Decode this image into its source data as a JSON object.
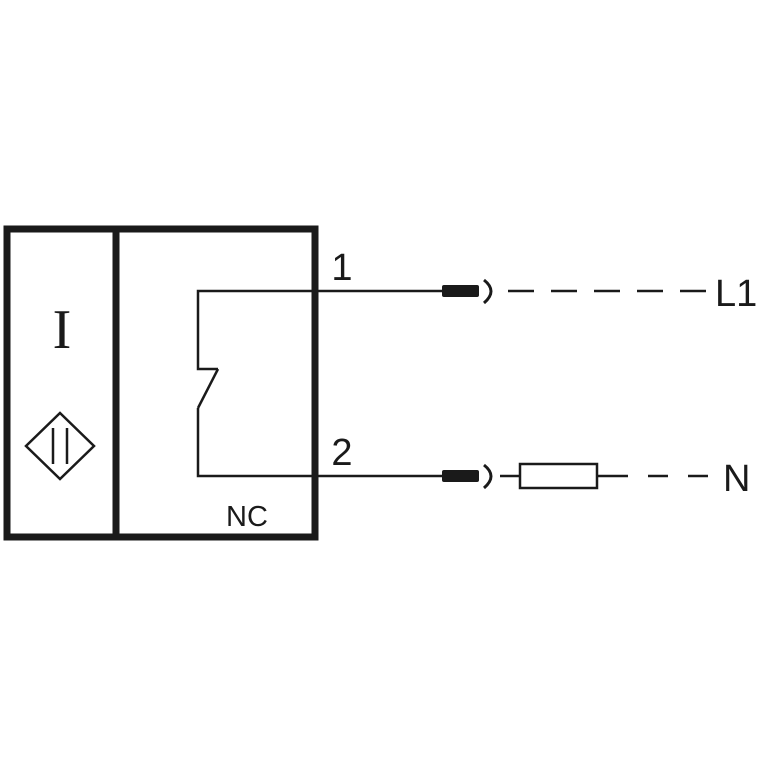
{
  "sensor": {
    "type_symbol": "I",
    "contact_type": "NC"
  },
  "terminals": [
    {
      "number": "1",
      "line": "L1"
    },
    {
      "number": "2",
      "line": "N"
    }
  ],
  "colors": {
    "stroke": "#1a1a1a",
    "background": "#ffffff"
  },
  "icons": {
    "sensor_symbol": "inductive-sensor-icon",
    "contact": "normally-closed-contact-icon",
    "load": "load-resistor-icon",
    "connector": "connector-plug-icon"
  }
}
